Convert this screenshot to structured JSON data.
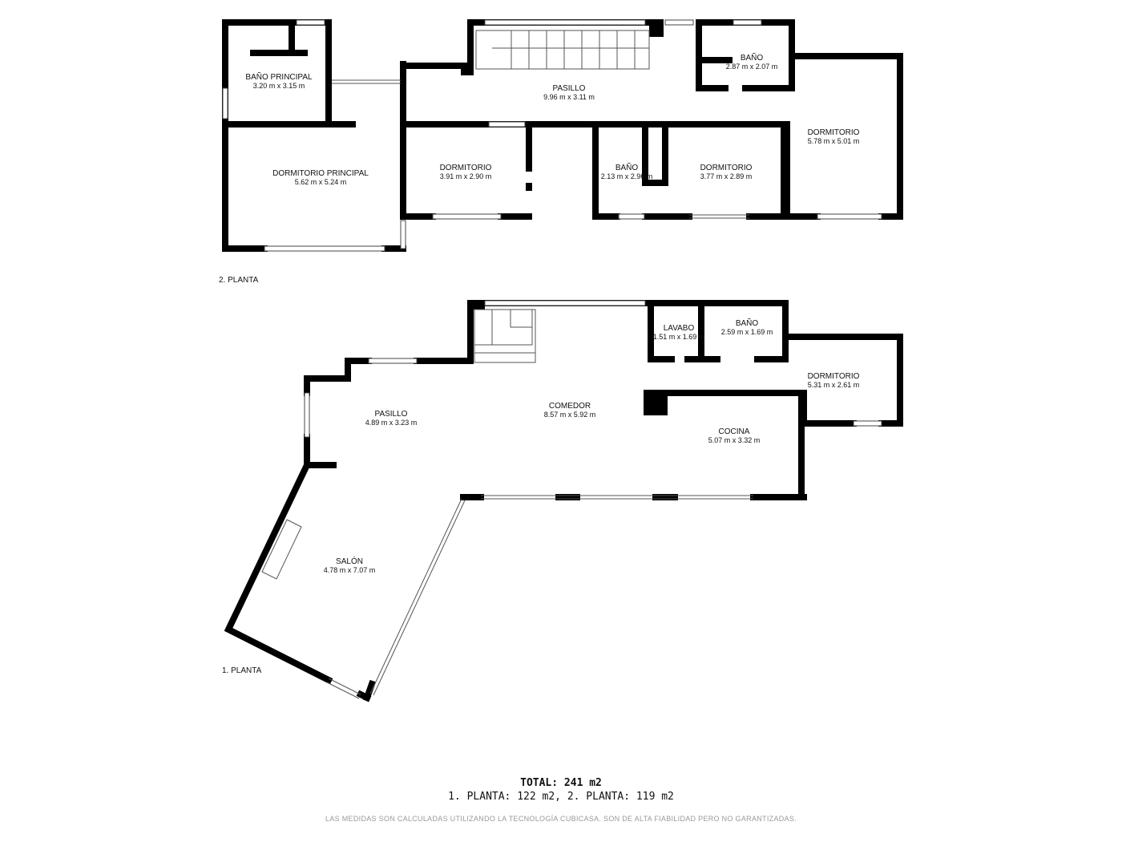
{
  "floors": [
    {
      "label": "2. PLANTA",
      "rooms": [
        {
          "name": "BAÑO PRINCIPAL",
          "dims": "3.20 m x 3.15 m"
        },
        {
          "name": "DORMITORIO PRINCIPAL",
          "dims": "5.62 m x 5.24 m"
        },
        {
          "name": "PASILLO",
          "dims": "9.96 m x 3.11 m"
        },
        {
          "name": "BAÑO",
          "dims": "2.87 m x 2.07 m"
        },
        {
          "name": "DORMITORIO",
          "dims": "3.91 m x 2.90 m"
        },
        {
          "name": "BAÑO",
          "dims": "2.13 m x 2.96 m"
        },
        {
          "name": "DORMITORIO",
          "dims": "3.77 m x 2.89 m"
        },
        {
          "name": "DORMITORIO",
          "dims": "5.78 m x 5.01 m"
        }
      ]
    },
    {
      "label": "1. PLANTA",
      "rooms": [
        {
          "name": "LAVABO",
          "dims": "1.51 m x 1.69 m"
        },
        {
          "name": "BAÑO",
          "dims": "2.59 m x 1.69 m"
        },
        {
          "name": "DORMITORIO",
          "dims": "5.31 m x 2.61 m"
        },
        {
          "name": "PASILLO",
          "dims": "4.89 m x 3.23 m"
        },
        {
          "name": "COMEDOR",
          "dims": "8.57 m x 5.92 m"
        },
        {
          "name": "COCINA",
          "dims": "5.07 m x 3.32 m"
        },
        {
          "name": "SALÓN",
          "dims": "4.78 m x 7.07 m"
        }
      ]
    }
  ],
  "summary": {
    "total": "TOTAL: 241 m2",
    "breakdown": "1. PLANTA: 122 m2, 2. PLANTA: 119 m2",
    "disclaimer": "LAS MEDIDAS SON CALCULADAS UTILIZANDO LA TECNOLOGÍA CUBICASA. SON DE ALTA FIABILIDAD PERO NO GARANTIZADAS."
  }
}
